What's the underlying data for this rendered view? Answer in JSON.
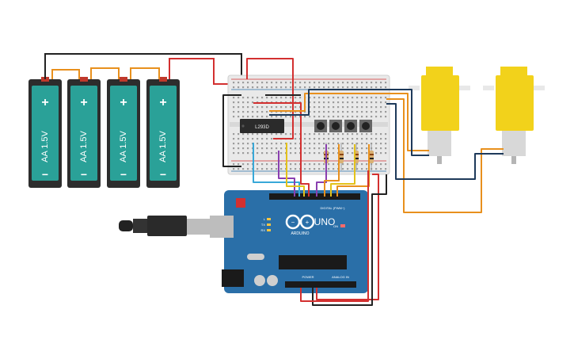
{
  "batteries": [
    {
      "label": "AA 1.5V",
      "plus": "+",
      "minus": "−"
    },
    {
      "label": "AA 1.5V",
      "plus": "+",
      "minus": "−"
    },
    {
      "label": "AA 1.5V",
      "plus": "+",
      "minus": "−"
    },
    {
      "label": "AA 1.5V",
      "plus": "+",
      "minus": "−"
    }
  ],
  "driver_chip": {
    "label": "L293D"
  },
  "arduino": {
    "model": "UNO",
    "brand": "ARDUINO",
    "digital_header": "DIGITAL (PWM~)",
    "power_header": "POWER",
    "analog_header": "ANALOG IN",
    "on_label": "ON",
    "tx_label": "TX",
    "rx_label": "RX",
    "l_label": "L"
  },
  "colors": {
    "battery_body": "#2d2d2d",
    "battery_cell": "#2aa198",
    "board": "#2a6fa8",
    "motor": "#f2d21b",
    "wire_red": "#d33030",
    "wire_black": "#222222",
    "wire_orange": "#e8901d",
    "wire_navy": "#1e3a5a",
    "wire_yellow": "#e3c21a",
    "wire_purple": "#8a3fb0",
    "wire_cyan": "#38a8d8"
  }
}
